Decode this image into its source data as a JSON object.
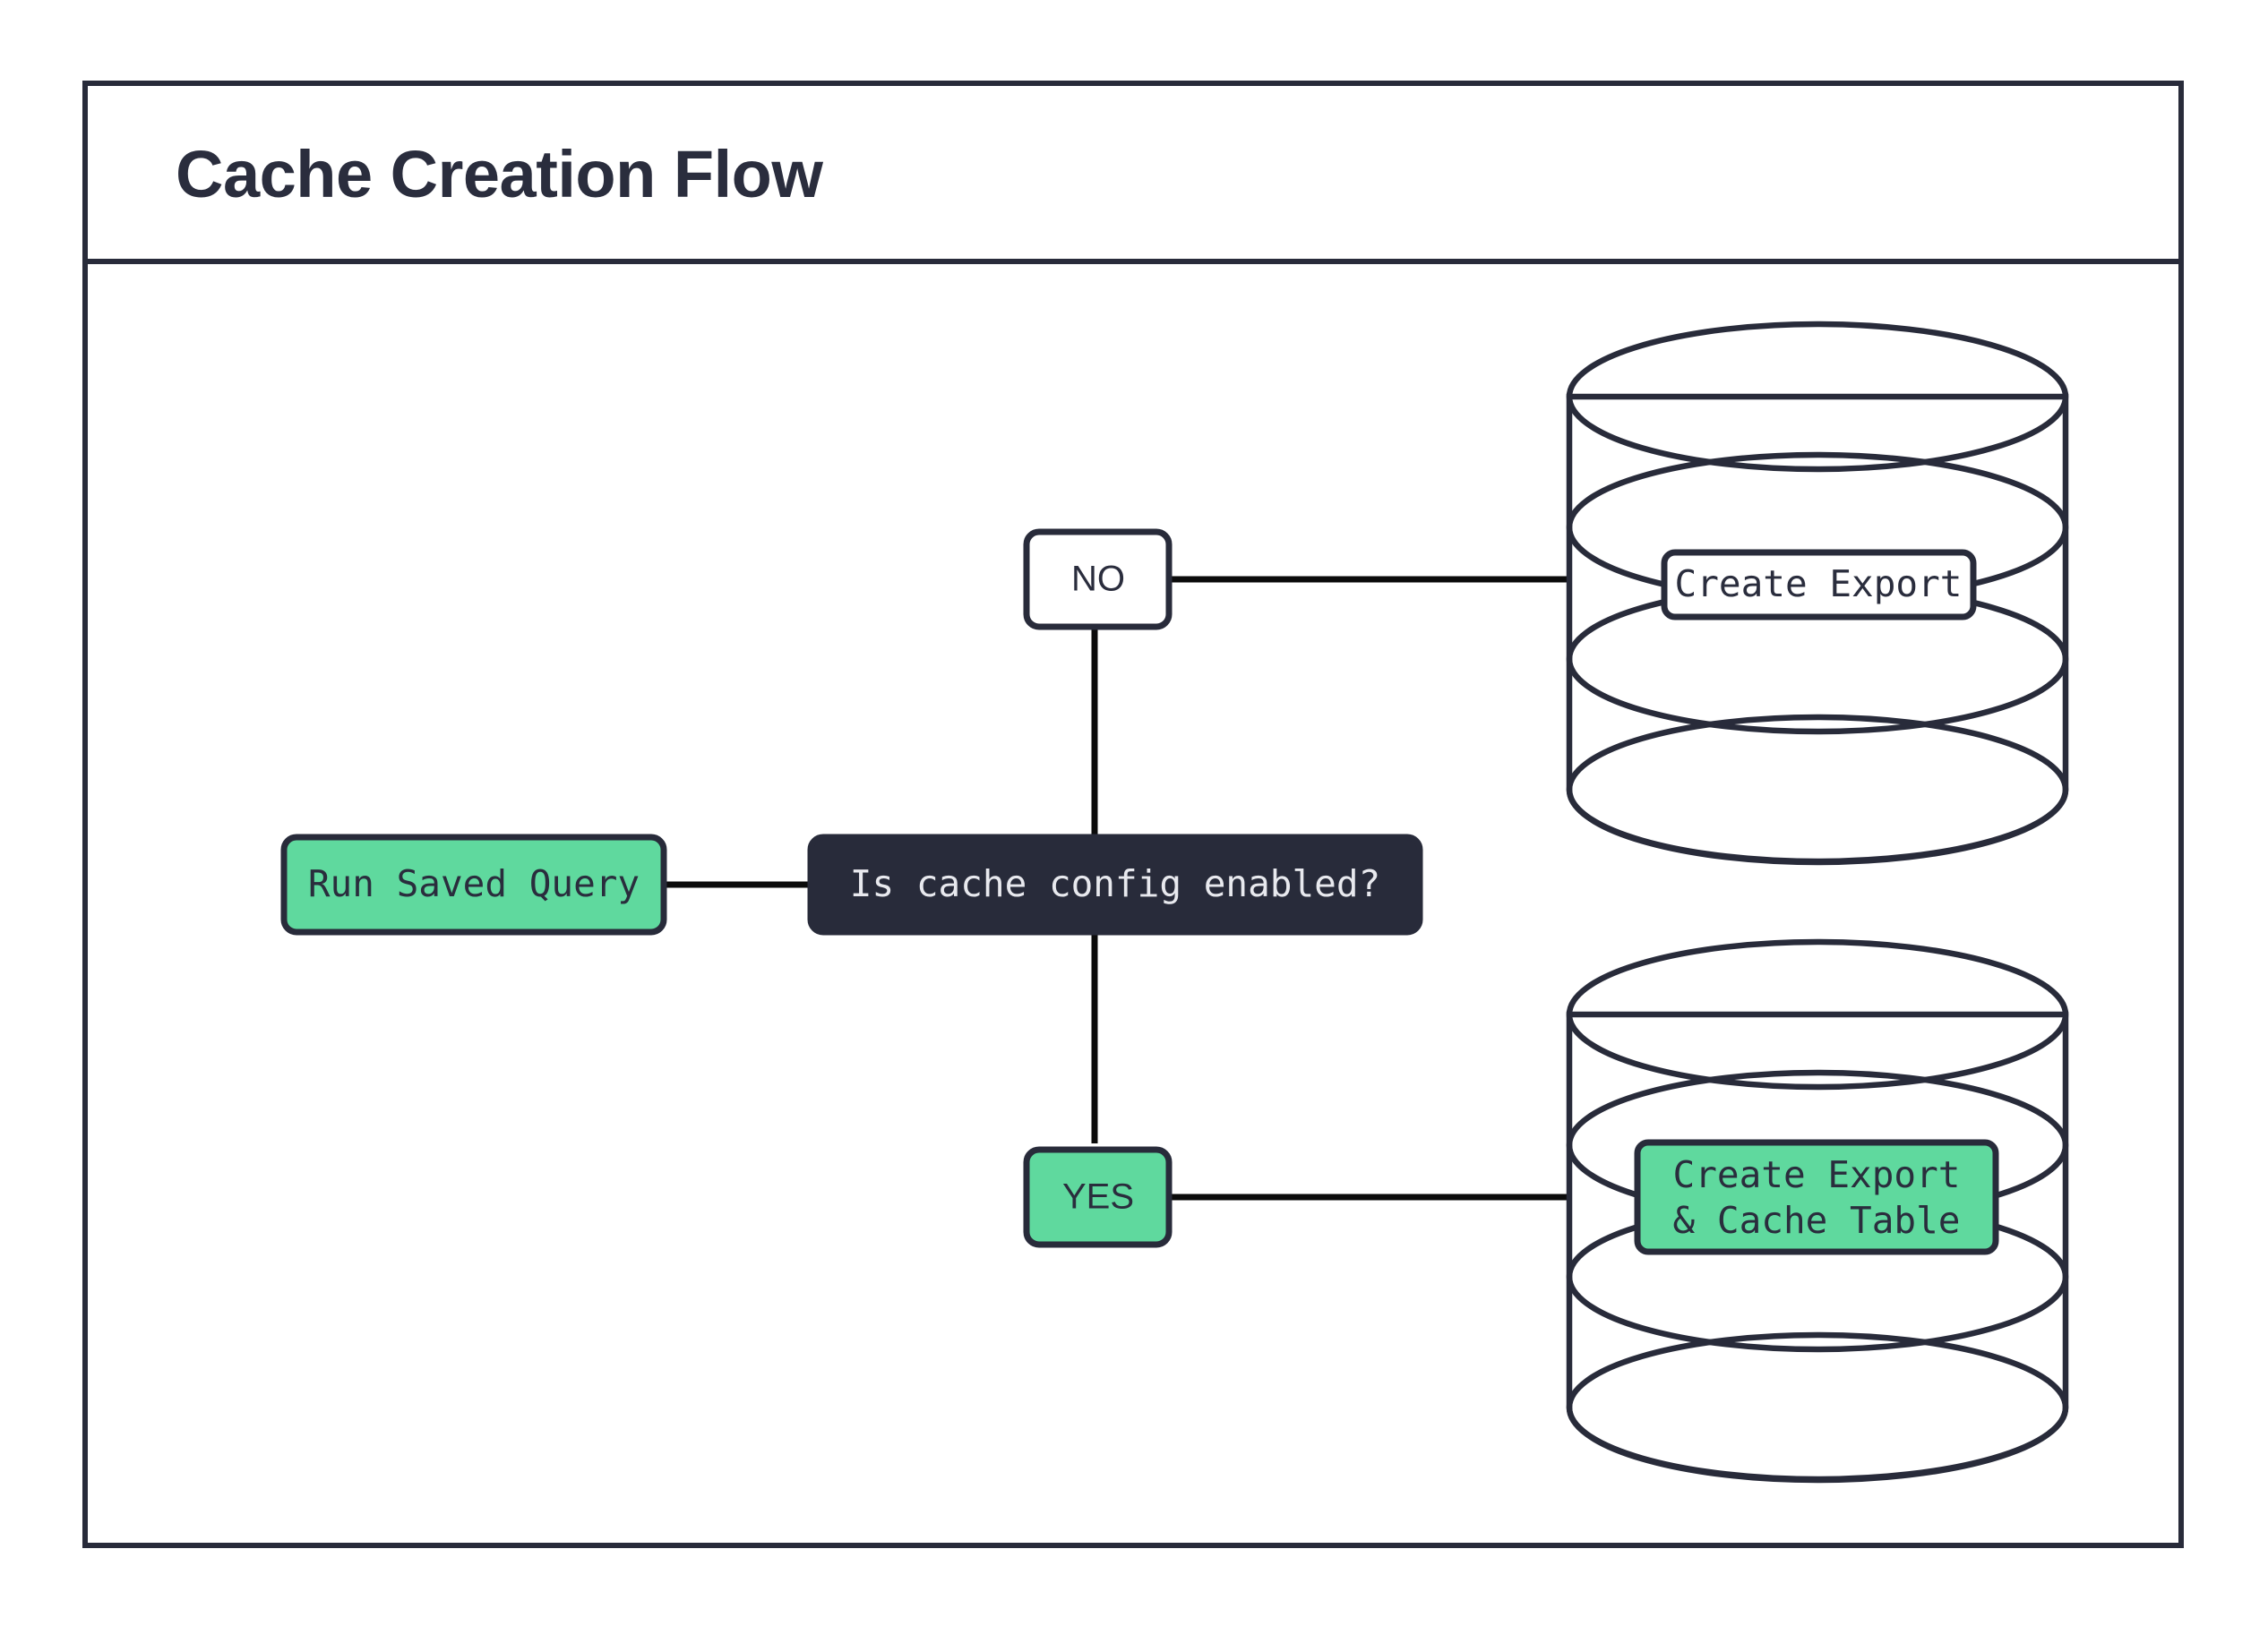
{
  "page": {
    "title": "Cache Creation Flow",
    "background_color": "#ffffff"
  },
  "colors": {
    "ink": "#282B3A",
    "green": "#5FD99E",
    "dark_fill": "#282B3A",
    "white_fill": "#ffffff",
    "light_text": "#E8E9EE",
    "edge": "#0B0B0B"
  },
  "diagram": {
    "type": "flowchart",
    "orientation": "left-to-right",
    "nodes": [
      {
        "id": "run-saved-query",
        "label": "Run Saved Query",
        "shape": "rounded-rect",
        "fill": "#5FD99E",
        "text_style": "mono"
      },
      {
        "id": "is-cache-config-enabled",
        "label": "Is cache config enabled?",
        "shape": "rounded-rect",
        "fill": "#282B3A",
        "text_style": "mono-light"
      },
      {
        "id": "branch-no",
        "label": "NO",
        "shape": "rounded-rect",
        "fill": "#ffffff",
        "text_style": "sans"
      },
      {
        "id": "branch-yes",
        "label": "YES",
        "shape": "rounded-rect",
        "fill": "#5FD99E",
        "text_style": "sans"
      },
      {
        "id": "create-export",
        "label": "Create Export",
        "shape": "database-cylinder-label",
        "fill": "#ffffff",
        "text_style": "mono"
      },
      {
        "id": "create-export-and-cache-table",
        "label_line_1": "Create Export",
        "label_line_2": "& Cache Table",
        "shape": "database-cylinder-label",
        "fill": "#5FD99E",
        "text_style": "mono"
      }
    ],
    "edges": [
      {
        "from": "run-saved-query",
        "to": "is-cache-config-enabled",
        "label": ""
      },
      {
        "from": "is-cache-config-enabled",
        "to": "branch-no",
        "label": ""
      },
      {
        "from": "is-cache-config-enabled",
        "to": "branch-yes",
        "label": ""
      },
      {
        "from": "branch-no",
        "to": "create-export",
        "label": ""
      },
      {
        "from": "branch-yes",
        "to": "create-export-and-cache-table",
        "label": ""
      }
    ],
    "containers": [
      {
        "id": "upper-database",
        "shape": "cylinder",
        "layers": 4
      },
      {
        "id": "lower-database",
        "shape": "cylinder",
        "layers": 4
      }
    ]
  }
}
